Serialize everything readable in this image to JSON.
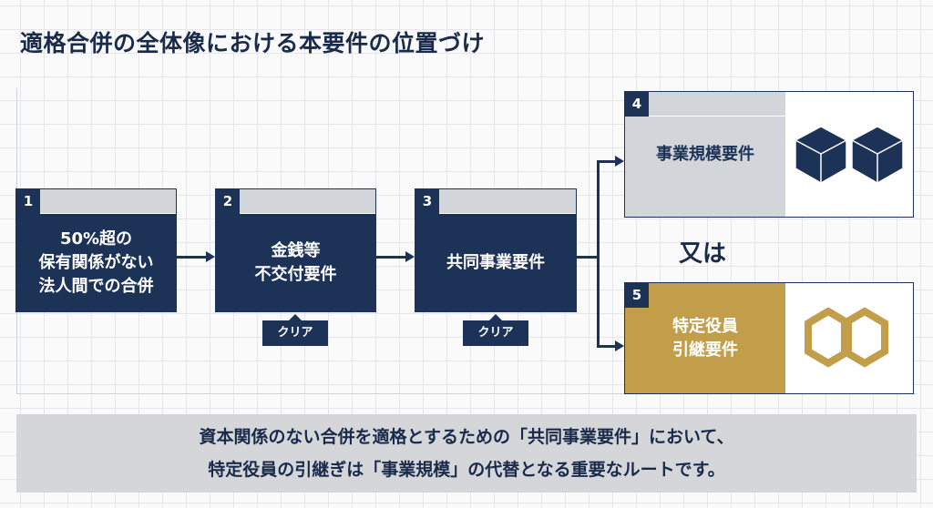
{
  "title": "適格合併の全体像における本要件の位置づけ",
  "steps": [
    {
      "num": "1",
      "text": "50%超の\n保有関係がない\n法人間での合併"
    },
    {
      "num": "2",
      "text": "金銭等\n不交付要件",
      "badge": "クリア"
    },
    {
      "num": "3",
      "text": "共同事業要件",
      "badge": "クリア"
    }
  ],
  "options": [
    {
      "num": "4",
      "text": "事業規模要件",
      "icon": "cubes-icon"
    },
    {
      "num": "5",
      "text": "特定役員\n引継要件",
      "icon": "chain-link-icon"
    }
  ],
  "or_label": "又は",
  "summary": [
    "資本関係のない合併を適格とするための「共同事業要件」において、",
    "特定役員の引継ぎは「事業規模」の代替となる重要なルートです。"
  ],
  "colors": {
    "navy": "#1c3257",
    "gold": "#c29d4a",
    "gray": "#d2d5da"
  }
}
